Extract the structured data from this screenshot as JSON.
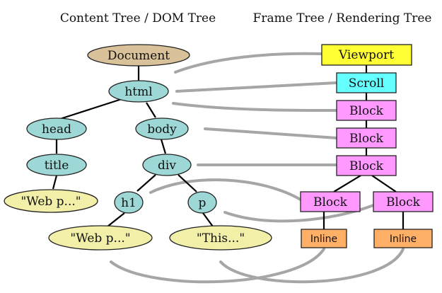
{
  "headings": {
    "left": "Content Tree / DOM Tree",
    "right": "Frame Tree / Rendering Tree"
  },
  "content_tree": {
    "document": "Document",
    "html": "html",
    "head": "head",
    "body": "body",
    "title": "title",
    "title_text": "\"Web p...\"",
    "div": "div",
    "h1": "h1",
    "p": "p",
    "h1_text": "\"Web p...\"",
    "p_text": "\"This...\""
  },
  "frame_tree": {
    "viewport": "Viewport",
    "scroll": "Scroll",
    "block_html": "Block",
    "block_body": "Block",
    "block_div": "Block",
    "block_h1": "Block",
    "block_p": "Block",
    "inline_h1": "Inline",
    "inline_p": "Inline"
  },
  "colors": {
    "document_fill": "#d9c29a",
    "element_fill": "#9dd8d6",
    "text_node_fill": "#f1efa8",
    "viewport_fill": "#ffff33",
    "scroll_fill": "#66ffff",
    "block_fill": "#ff99ff",
    "inline_fill": "#ffb066",
    "mapping_line": "#a6a6a6"
  }
}
